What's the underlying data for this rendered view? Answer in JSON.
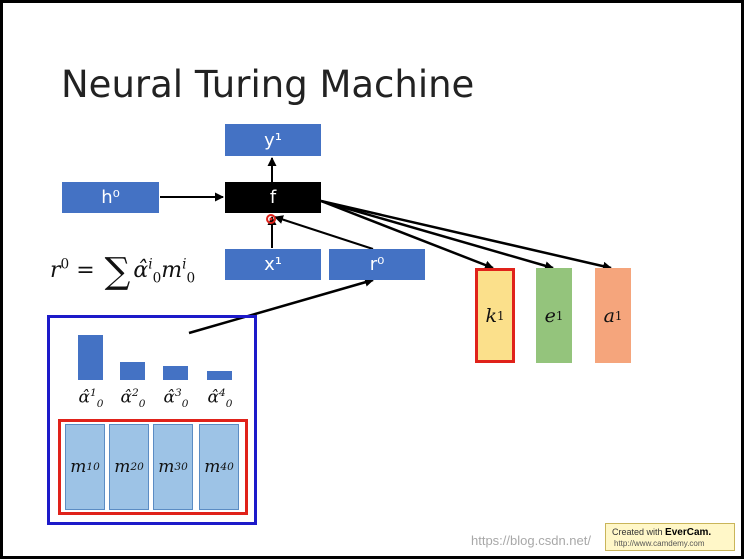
{
  "slide": {
    "title": "Neural Turing Machine"
  },
  "nodes": {
    "y": "y¹",
    "h": "h⁰",
    "f": "f",
    "x": "x¹",
    "r": "r⁰"
  },
  "formula": {
    "lhs": "r",
    "lhs_sup": "0",
    "equals": "=",
    "sum": "∑",
    "alpha": "α̂",
    "alpha_sup": "i",
    "alpha_sub": "0",
    "m": "m",
    "m_sup": "i",
    "m_sub": "0"
  },
  "outputs": {
    "k": "k",
    "k_sup": "1",
    "e": "e",
    "e_sup": "1",
    "a": "a",
    "a_sup": "1"
  },
  "attention": {
    "weights": [
      0.8,
      0.33,
      0.25,
      0.16
    ],
    "labels": [
      {
        "base": "α̂",
        "sup": "1",
        "sub": "0"
      },
      {
        "base": "α̂",
        "sup": "2",
        "sub": "0"
      },
      {
        "base": "α̂",
        "sup": "3",
        "sub": "0"
      },
      {
        "base": "α̂",
        "sup": "4",
        "sub": "0"
      }
    ]
  },
  "memory": [
    {
      "base": "m",
      "sup": "1",
      "sub": "0"
    },
    {
      "base": "m",
      "sup": "2",
      "sub": "0"
    },
    {
      "base": "m",
      "sup": "3",
      "sub": "0"
    },
    {
      "base": "m",
      "sup": "4",
      "sub": "0"
    }
  ],
  "watermark": "https://blog.csdn.net/",
  "evercam": {
    "line1_prefix": "Created with ",
    "line1_brand": "EverCam.",
    "line2": "http://www.camdemy.com"
  },
  "colors": {
    "block_blue": "#4472c4",
    "f_block": "#000000",
    "key_fill": "#fbe08b",
    "erase_fill": "#94c47c",
    "add_fill": "#f5a57c",
    "memory_cell": "#9dc3e6",
    "highlight_red": "#e0221a",
    "memory_frame_blue": "#1d1ac9"
  }
}
